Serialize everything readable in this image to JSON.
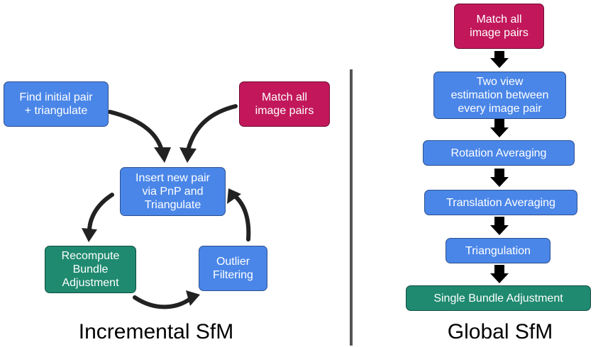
{
  "incremental": {
    "title": "Incremental SfM",
    "find_pair": "Find initial pair\n+ triangulate",
    "match_all": "Match all\nimage pairs",
    "insert_pair": "Insert new pair\nvia PnP and\nTriangulate",
    "recompute": "Recompute\nBundle\nAdjustment",
    "outlier": "Outlier\nFiltering"
  },
  "global": {
    "title": "Global SfM",
    "match_all": "Match all\nimage pairs",
    "two_view": "Two view\nestimation between\nevery image pair",
    "rotation": "Rotation Averaging",
    "translation": "Translation Averaging",
    "triangulation": "Triangulation",
    "bundle": "Single Bundle Adjustment"
  },
  "colors": {
    "blue": "#4a86e8",
    "magenta": "#c2185b",
    "green": "#1f8a70",
    "arrow": "#222222",
    "divider": "#555555"
  }
}
